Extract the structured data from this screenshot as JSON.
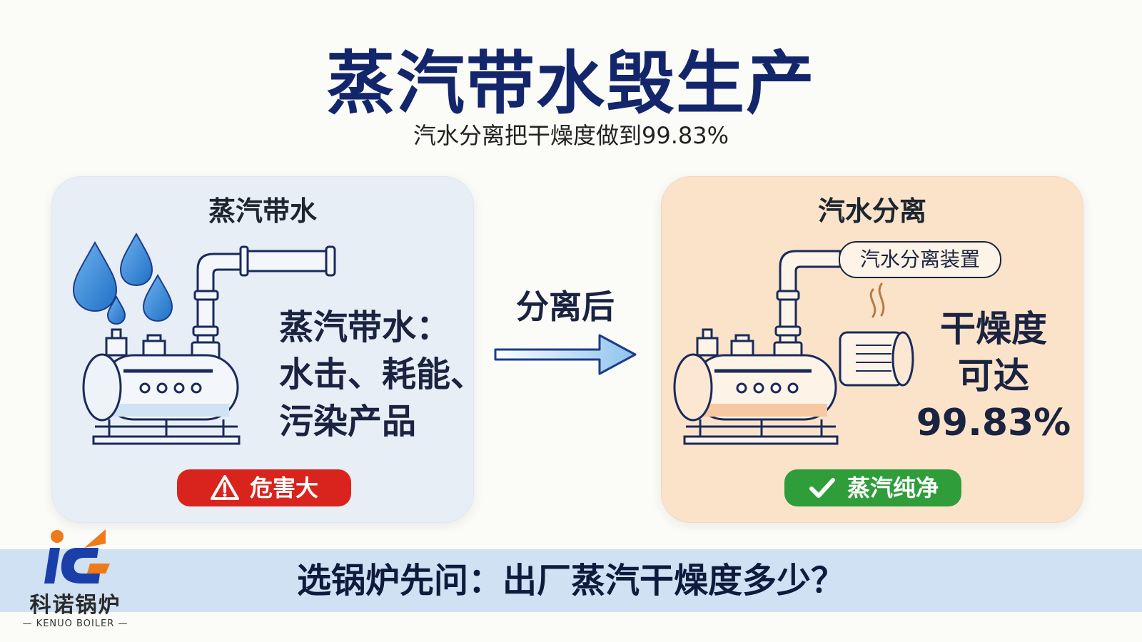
{
  "title": "蒸汽带水毁生产",
  "subtitle": "汽水分离把干燥度做到99.83%",
  "left_panel": {
    "title": "蒸汽带水",
    "text": "蒸汽带水：\n水击、耗能、\n污染产品",
    "badge": "危害大",
    "badge_icon": "warning-triangle-icon"
  },
  "arrow_label": "分离后",
  "right_panel": {
    "title": "汽水分离",
    "device_label": "汽水分离装置",
    "text": "干燥度\n可达",
    "value": "99.83%",
    "badge": "蒸汽纯净",
    "badge_icon": "check-icon"
  },
  "bottom_question": "选锅炉先问：出厂蒸汽干燥度多少？",
  "logo": {
    "name": "科诺锅炉",
    "sub": "— KENUO BOILER —"
  },
  "colors": {
    "title": "#13266b",
    "danger": "#d9241d",
    "ok": "#2f9d3a",
    "left_panel_bg": "#e8eef6",
    "right_panel_bg": "#fbe3ca",
    "bottom_band": "#cfe1f3",
    "logo_blue": "#1a3fa8",
    "logo_orange": "#f07a1a"
  }
}
